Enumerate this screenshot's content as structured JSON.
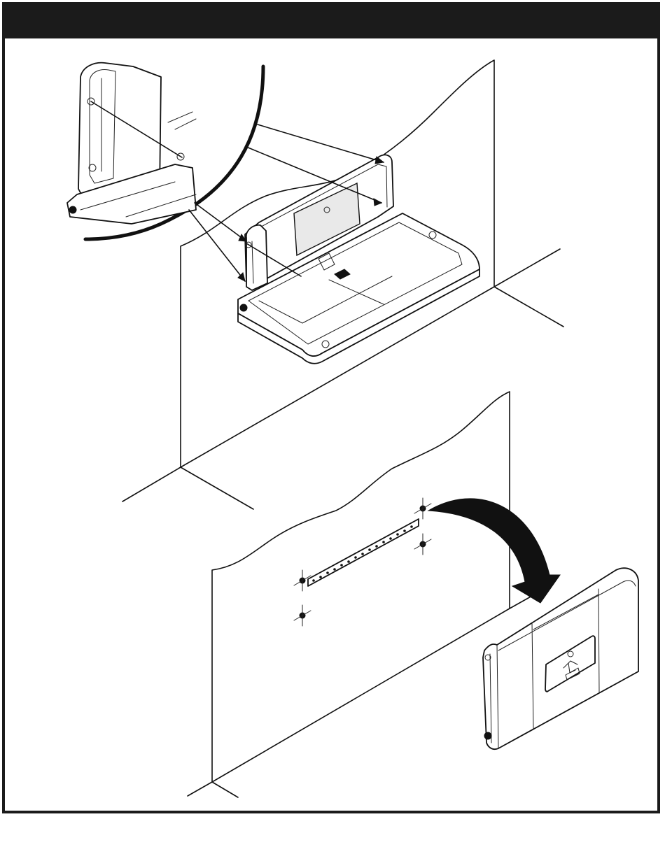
{
  "header": {
    "title": ""
  },
  "illustration": {
    "top_view": "opened-changing-station-on-wall",
    "detail_view": "hinge-rod-detail-callout",
    "bottom_view": "wall-mounting-bracket-and-closed-unit",
    "arrow_icon": "curved-arrow-icon",
    "pictogram_icon": "baby-pictogram-icon",
    "colors": {
      "line": "#111111",
      "frame": "#1b1b1b",
      "background": "#ffffff"
    }
  }
}
